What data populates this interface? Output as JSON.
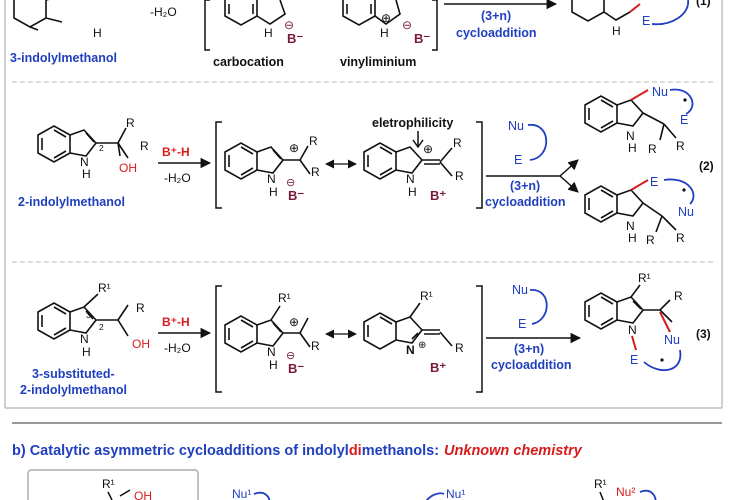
{
  "colors": {
    "blue": "#1f3fbf",
    "red": "#d81b1b",
    "maroon": "#7a1a3a",
    "black": "#111111",
    "frame": "#bfbfbf"
  },
  "row1": {
    "h2o": "-H₂O",
    "name": "3-indolylmethanol",
    "nh": "H",
    "carbocation": "carbocation",
    "vinyliminium": "vinyliminium",
    "b_minus": "B⁻",
    "plus": "⊕",
    "minus": "⊖",
    "cyclo_top": "(3+n)",
    "cyclo_bottom": "cycloaddition",
    "product_e": "E",
    "eq": "(1)"
  },
  "row2": {
    "r": "R",
    "oh": "OH",
    "nh": "H",
    "pos2": "2",
    "reagent": "B⁺-H",
    "h2o": "-H₂O",
    "name": "2-indolylmethanol",
    "eletrophilicity": "eletrophilicity",
    "b_minus": "B⁻",
    "b_plus": "B⁺",
    "plus": "⊕",
    "nu": "Nu",
    "e": "E",
    "cyclo_top": "(3+n)",
    "cyclo_bottom": "cycloaddition",
    "eq": "(2)"
  },
  "row3": {
    "r": "R",
    "r1": "R¹",
    "oh": "OH",
    "nh": "H",
    "pos2": "2",
    "pos3": "3",
    "reagent": "B⁺-H",
    "h2o": "-H₂O",
    "name_line1": "3-substituted-",
    "name_line2": "2-indolylmethanol",
    "b_minus": "B⁻",
    "b_plus": "B⁺",
    "plus": "⊕",
    "n": "N",
    "nu": "Nu",
    "e": "E",
    "cyclo_top": "(3+n)",
    "cyclo_bottom": "cycloaddition",
    "eq": "(3)"
  },
  "section_b": {
    "prefix": "b) Catalytic asymmetric cycloadditions of indolyl",
    "highlight": "di",
    "suffix": "methanols:",
    "unknown": "Unknown chemistry",
    "r1": "R¹",
    "oh": "OH",
    "nu1": "Nu¹",
    "nu2": "Nu²"
  }
}
